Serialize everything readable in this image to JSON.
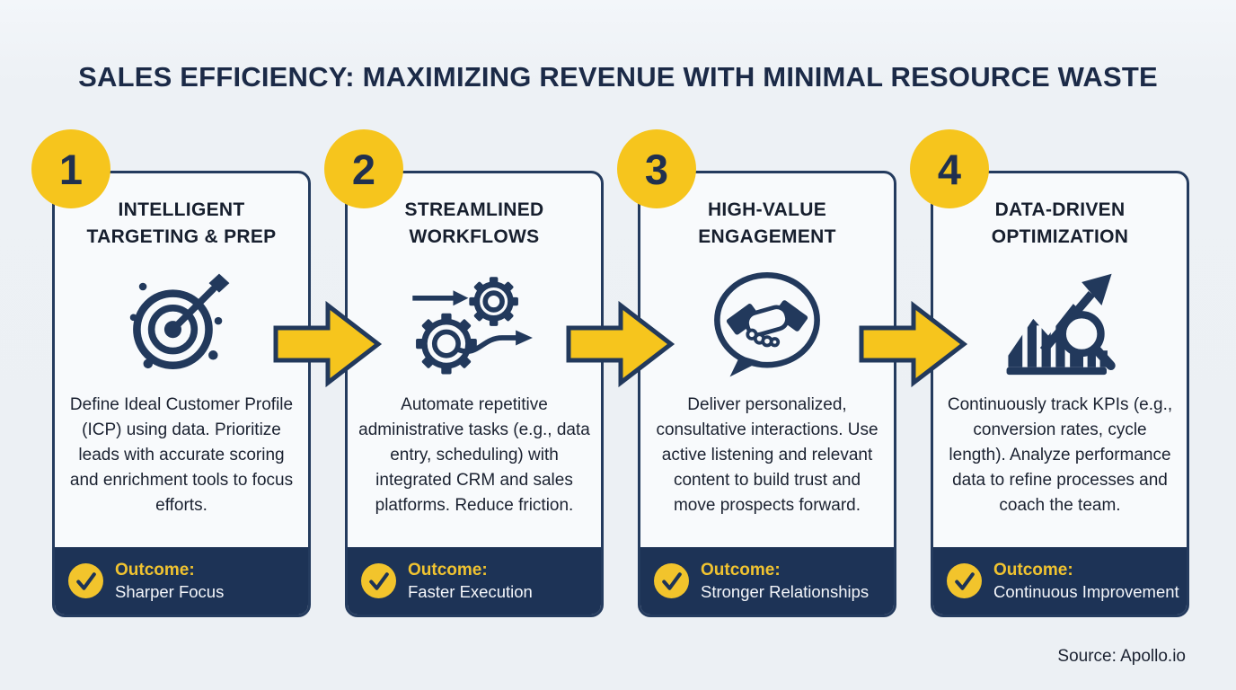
{
  "title": "SALES EFFICIENCY: MAXIMIZING REVENUE WITH MINIMAL RESOURCE WASTE",
  "source": "Source: Apollo.io",
  "colors": {
    "background": "#EDF1F5",
    "card_background": "#F8FAFC",
    "navy_border": "#243B5E",
    "navy_dark": "#1D3356",
    "accent_yellow": "#F6C51D",
    "outcome_label_yellow": "#F0C330",
    "title_text": "#1B2A47",
    "body_text": "#1B2231"
  },
  "steps": [
    {
      "number": "1",
      "title_lines": [
        "INTELLIGENT",
        "TARGETING & PREP"
      ],
      "icon": "target-arrow-icon",
      "description": "Define Ideal Customer Profile (ICP) using data. Prioritize leads with accurate scoring and enrichment tools to focus efforts.",
      "outcome_label": "Outcome:",
      "outcome": "Sharper Focus"
    },
    {
      "number": "2",
      "title_lines": [
        "STREAMLINED",
        "WORKFLOWS"
      ],
      "icon": "gears-workflow-icon",
      "description": "Automate repetitive administrative tasks (e.g., data entry, scheduling) with integrated CRM and sales platforms. Reduce friction.",
      "outcome_label": "Outcome:",
      "outcome": "Faster Execution"
    },
    {
      "number": "3",
      "title_lines": [
        "HIGH-VALUE",
        "ENGAGEMENT"
      ],
      "icon": "handshake-speech-bubble-icon",
      "description": "Deliver personalized, consultative interactions. Use active listening and relevant content to build trust and move prospects forward.",
      "outcome_label": "Outcome:",
      "outcome": "Stronger Relationships"
    },
    {
      "number": "4",
      "title_lines": [
        "DATA-DRIVEN",
        "OPTIMIZATION"
      ],
      "icon": "chart-magnifier-icon",
      "description": "Continuously track KPIs (e.g., conversion rates, cycle length). Analyze performance data to refine processes and coach the team.",
      "outcome_label": "Outcome:",
      "outcome": "Continuous Improvement"
    }
  ]
}
